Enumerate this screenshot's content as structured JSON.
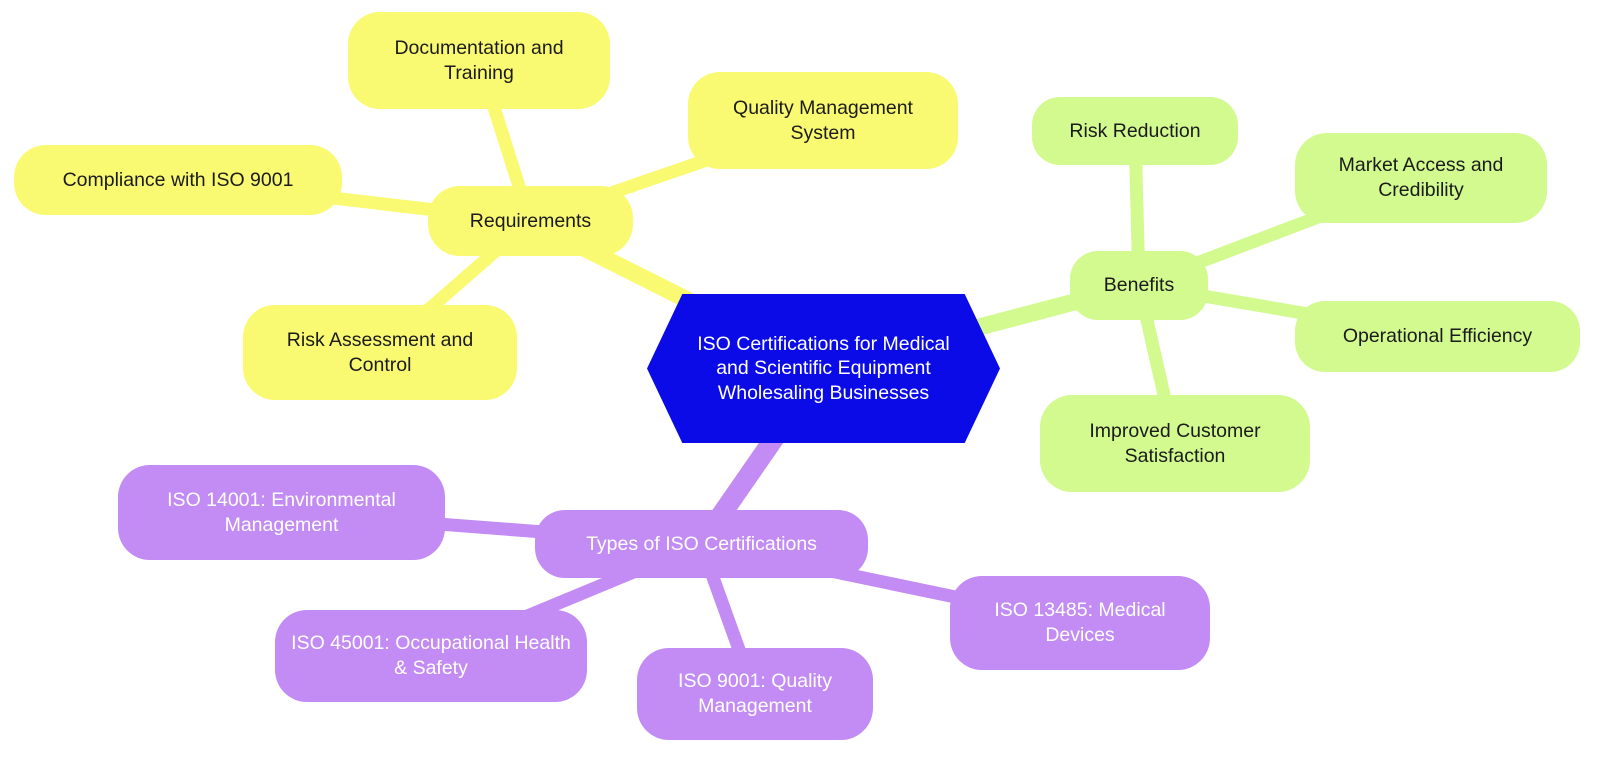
{
  "mindmap": {
    "type": "mindmap",
    "root": {
      "label": "ISO Certifications for Medical and Scientific Equipment Wholesaling Businesses",
      "color": "#0b0be8",
      "text_color": "#ffffff",
      "shape": "hexagon"
    },
    "branches": [
      {
        "label": "Requirements",
        "color": "#fafa72",
        "text_color": "#1b1b1b",
        "children": [
          "Documentation and Training",
          "Quality Management System",
          "Compliance with ISO 9001",
          "Risk Assessment and Control"
        ]
      },
      {
        "label": "Benefits",
        "color": "#d2fa8e",
        "text_color": "#1b1b1b",
        "children": [
          "Risk Reduction",
          "Market Access and Credibility",
          "Operational Efficiency",
          "Improved Customer Satisfaction"
        ]
      },
      {
        "label": "Types of ISO Certifications",
        "color": "#c28cf4",
        "text_color": "#ffffff",
        "children": [
          "ISO 14001: Environmental Management",
          "ISO 45001: Occupational Health & Safety",
          "ISO 9001: Quality Management",
          "ISO 13485: Medical Devices"
        ]
      }
    ],
    "background_color": "#ffffff"
  }
}
